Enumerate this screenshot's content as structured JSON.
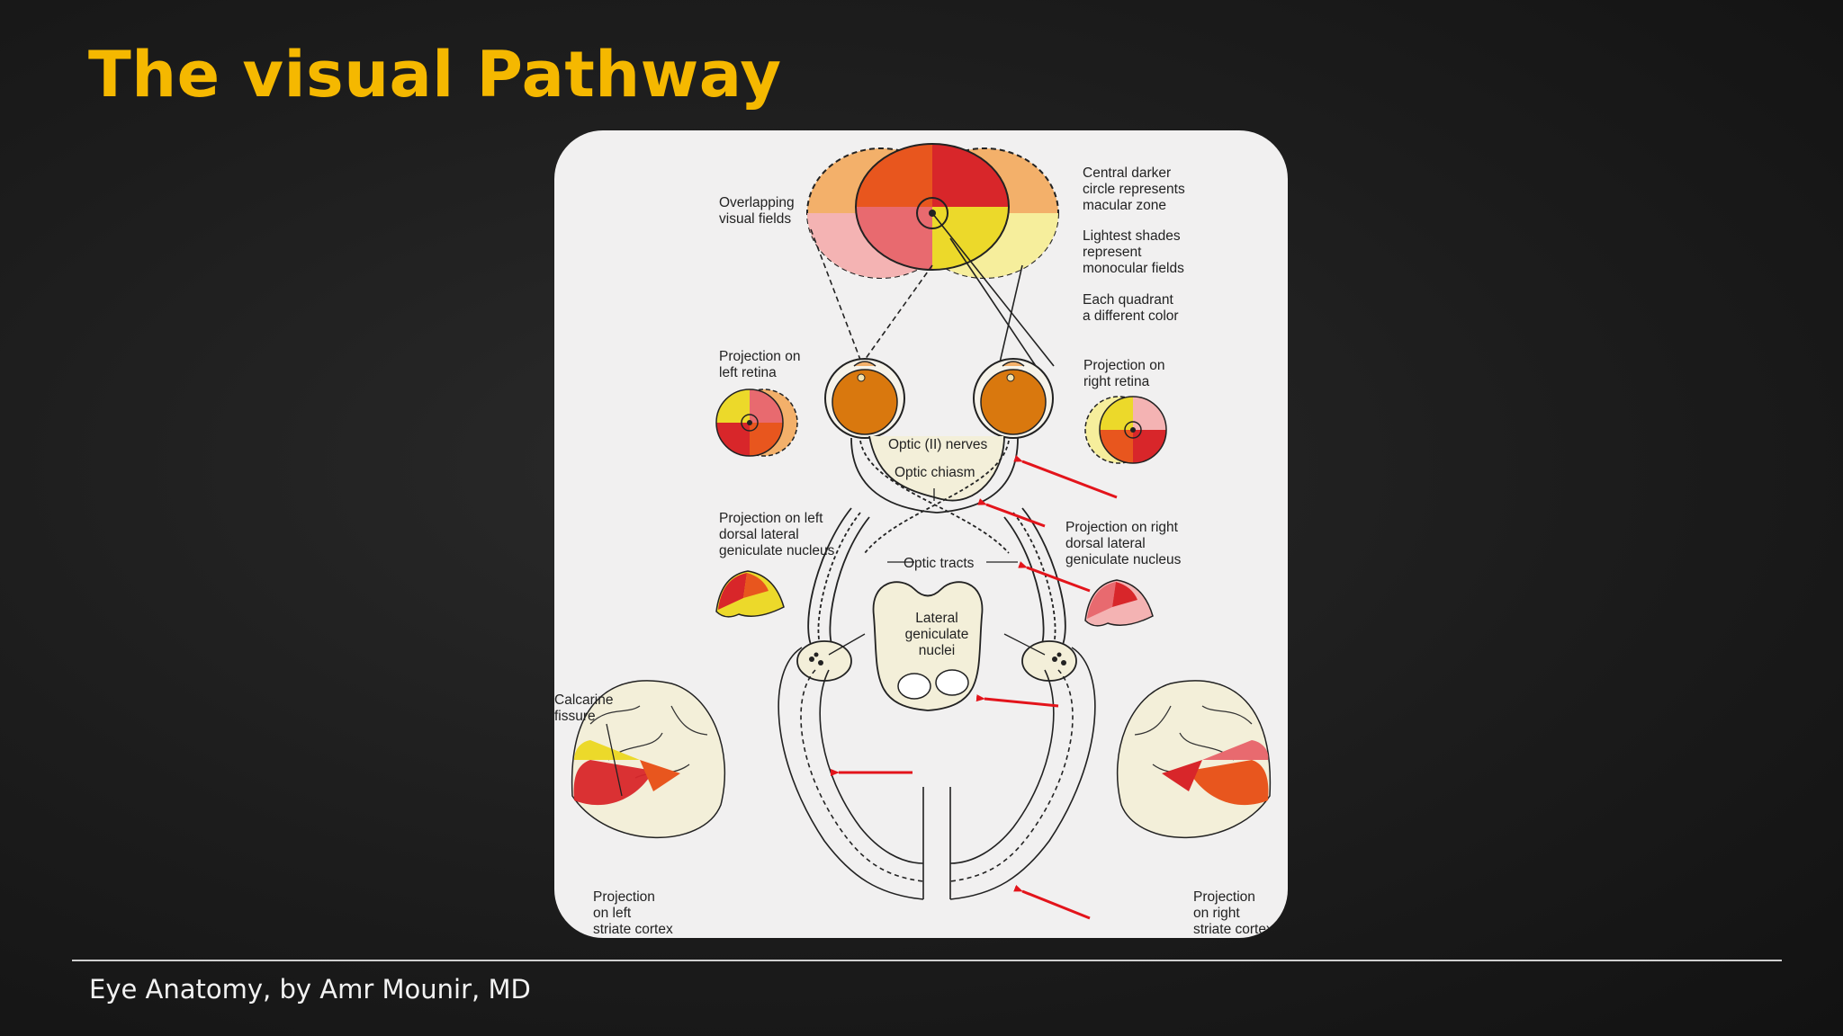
{
  "slide": {
    "title": "The visual Pathway",
    "footer": "Eye Anatomy, by Amr Mounir, MD"
  },
  "diagram": {
    "labels": {
      "overlapping_1": "Overlapping",
      "overlapping_2": "visual fields",
      "central_1": "Central darker",
      "central_2": "circle represents",
      "central_3": "macular zone",
      "lightest_1": "Lightest shades",
      "lightest_2": "represent",
      "lightest_3": "monocular fields",
      "quadrant_1": "Each quadrant",
      "quadrant_2": "a different color",
      "proj_left_retina_1": "Projection on",
      "proj_left_retina_2": "left retina",
      "proj_right_retina_1": "Projection on",
      "proj_right_retina_2": "right retina",
      "optic_nerves": "Optic (II) nerves",
      "optic_chiasm": "Optic chiasm",
      "proj_left_lgn_1": "Projection on left",
      "proj_left_lgn_2": "dorsal lateral",
      "proj_left_lgn_3": "geniculate nucleus",
      "proj_right_lgn_1": "Projection on right",
      "proj_right_lgn_2": "dorsal lateral",
      "proj_right_lgn_3": "geniculate nucleus",
      "optic_tracts": "Optic tracts",
      "lgn_1": "Lateral",
      "lgn_2": "geniculate",
      "lgn_3": "nuclei",
      "calcarine_1": "Calcarine",
      "calcarine_2": "fissure",
      "proj_left_cortex_1": "Projection",
      "proj_left_cortex_2": "on left",
      "proj_left_cortex_3": "striate cortex",
      "proj_right_cortex_1": "Projection",
      "proj_right_cortex_2": "on right",
      "proj_right_cortex_3": "striate cortex"
    },
    "colors": {
      "orange": "#e8561e",
      "red": "#d8262a",
      "pink": "#e86a6f",
      "yellow": "#ecd92a",
      "light_pink": "#f4b3b3",
      "light_yellow": "#f6ee9c",
      "peach": "#f3b06a",
      "eyeball": "#d9780e",
      "pathway_fill": "#f3efd9",
      "arrow": "#e3141b",
      "title": "#f5b800"
    }
  }
}
